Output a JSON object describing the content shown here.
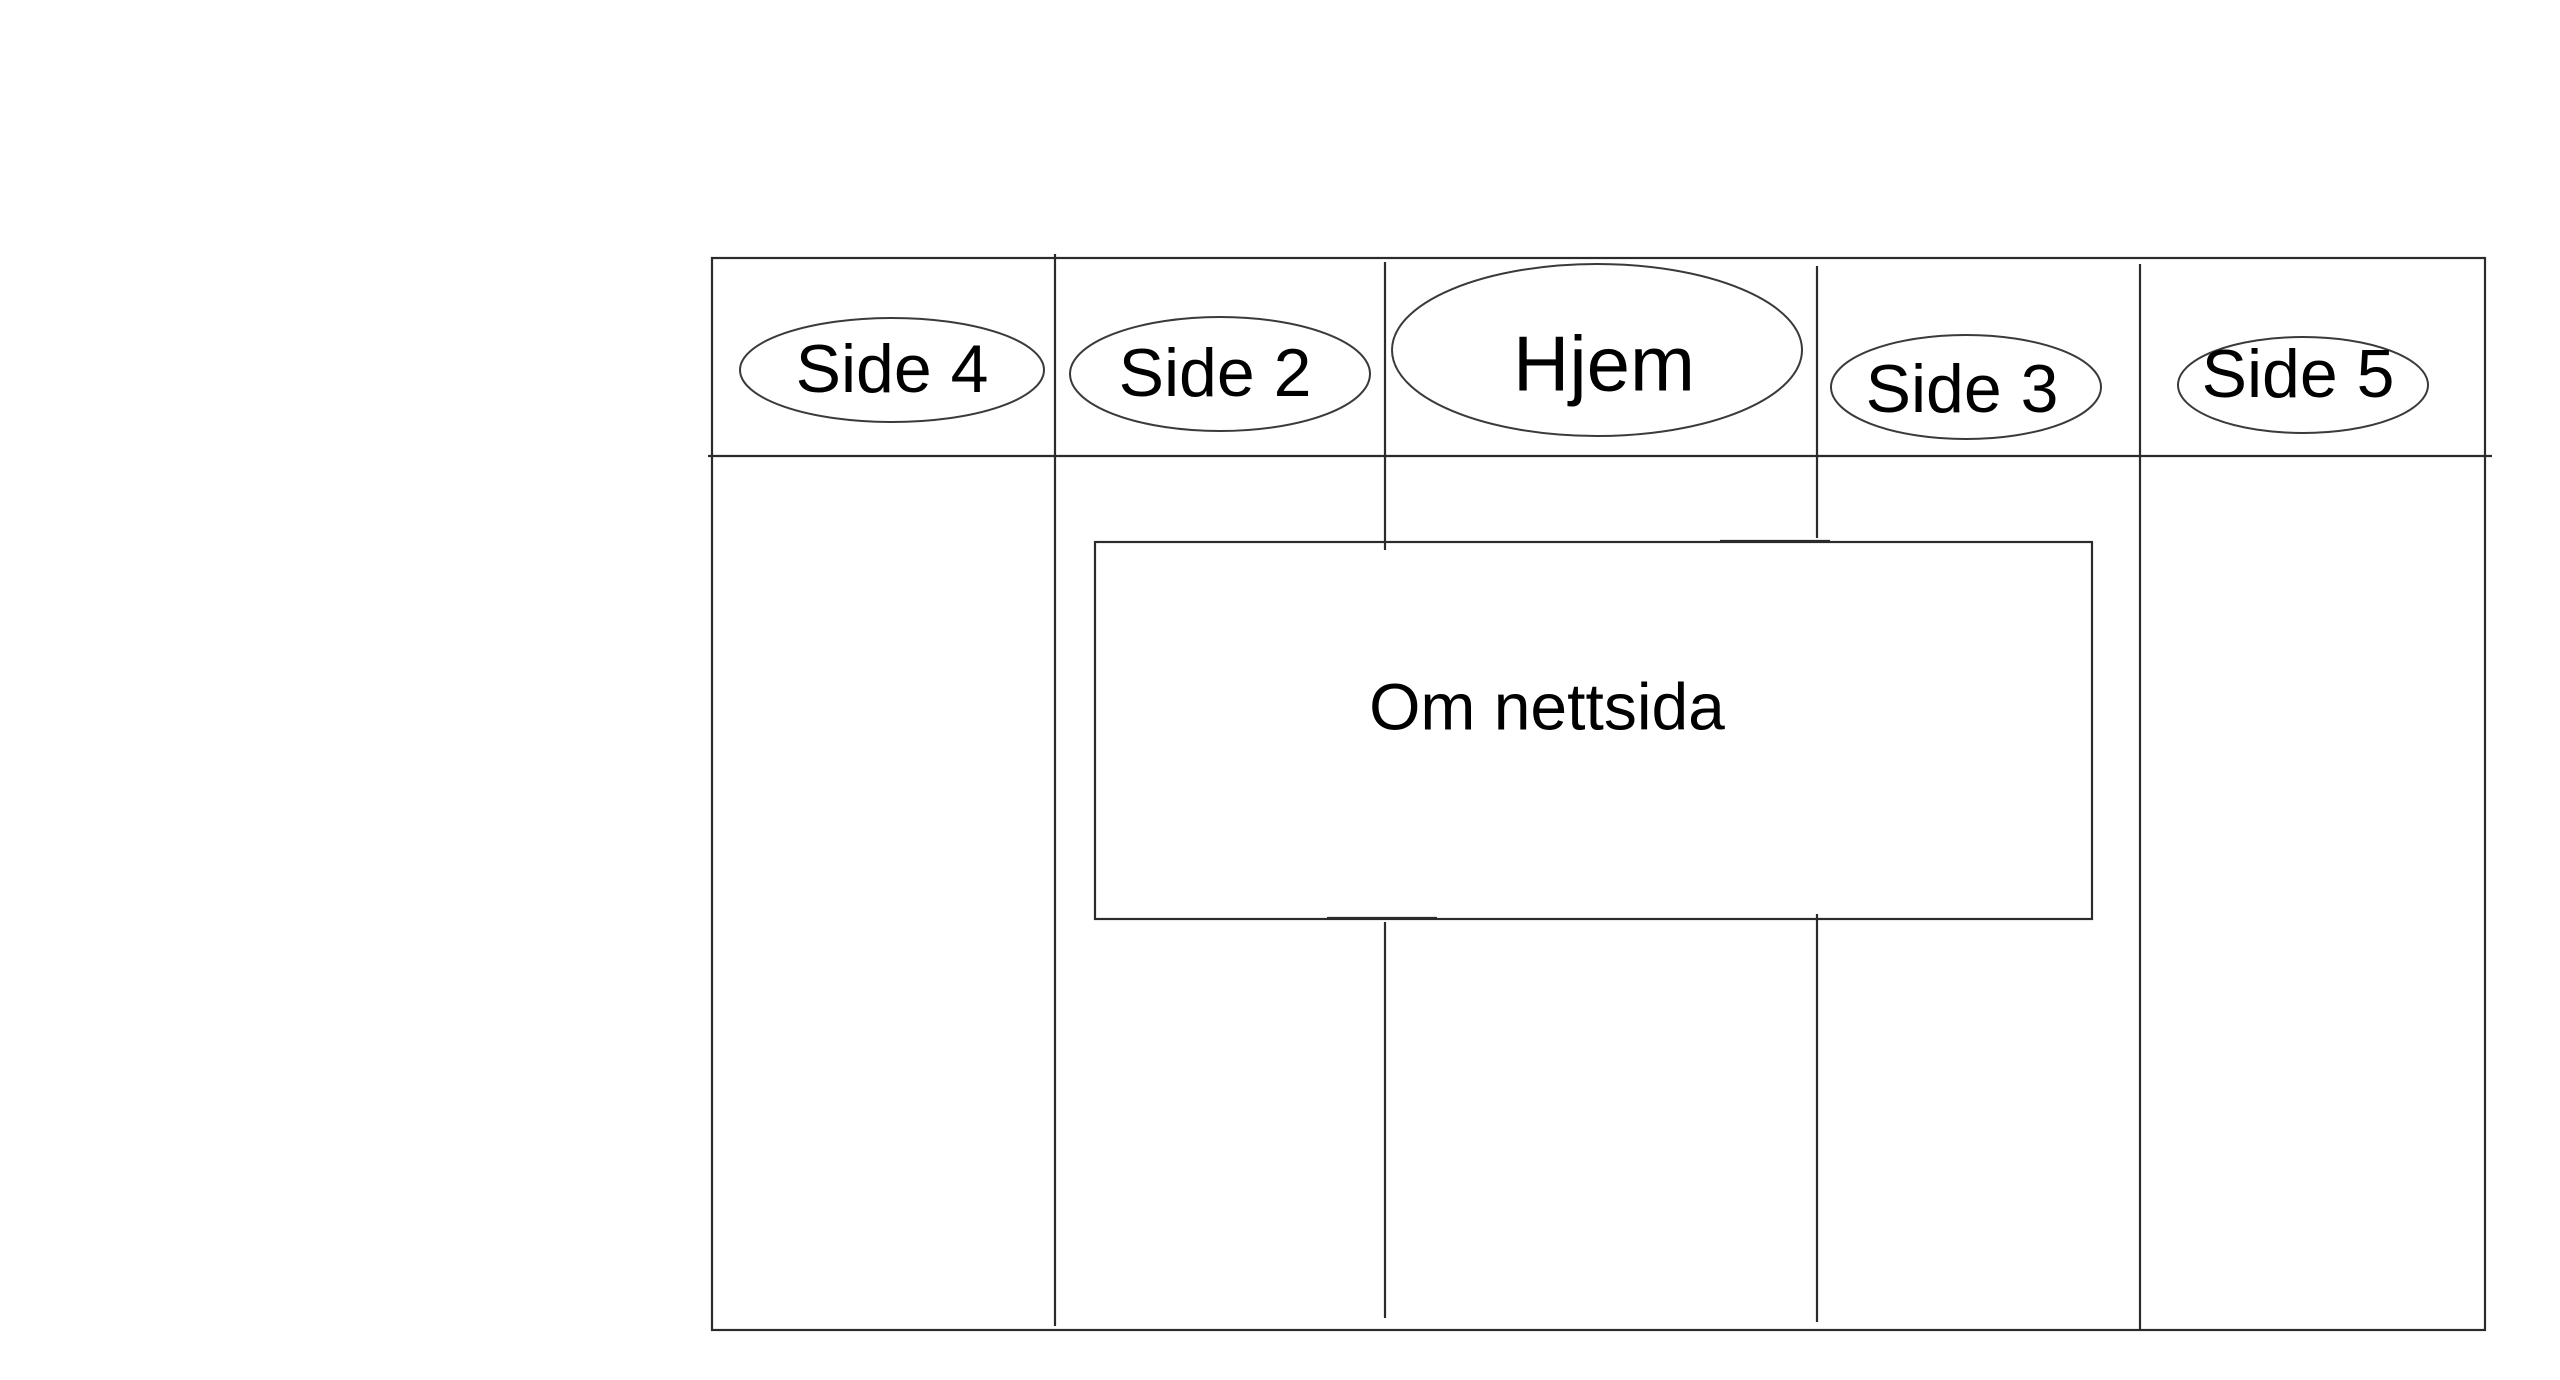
{
  "nav": {
    "items": [
      {
        "label": "Side 4"
      },
      {
        "label": "Side 2"
      },
      {
        "label": "Hjem"
      },
      {
        "label": "Side 3"
      },
      {
        "label": "Side 5"
      }
    ]
  },
  "content": {
    "title": "Om nettsida"
  },
  "colors": {
    "line": "#2b2b2b",
    "text": "#000000",
    "background": "#ffffff"
  }
}
